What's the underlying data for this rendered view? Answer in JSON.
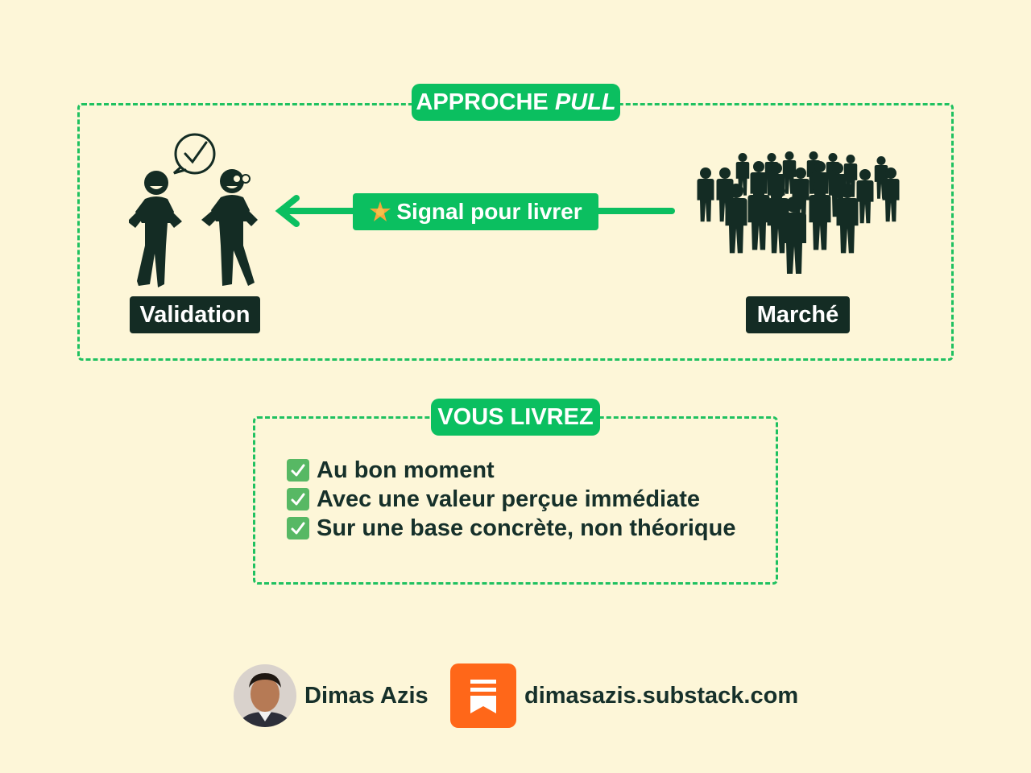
{
  "pull_section": {
    "title_plain": "APPROCHE ",
    "title_italic": "PULL",
    "signal_label": "Signal pour livrer",
    "left_label": "Validation",
    "right_label": "Marché"
  },
  "delivery_section": {
    "title": "VOUS LIVREZ",
    "items": [
      "Au bon moment",
      "Avec une valeur perçue immédiate",
      "Sur une base concrète, non théorique"
    ]
  },
  "footer": {
    "author": "Dimas Azis",
    "website": "dimasazis.substack.com"
  },
  "colors": {
    "background": "#fdf6d8",
    "accent_green": "#0bbf60",
    "dark": "#142c24",
    "substack_orange": "#ff6719"
  }
}
